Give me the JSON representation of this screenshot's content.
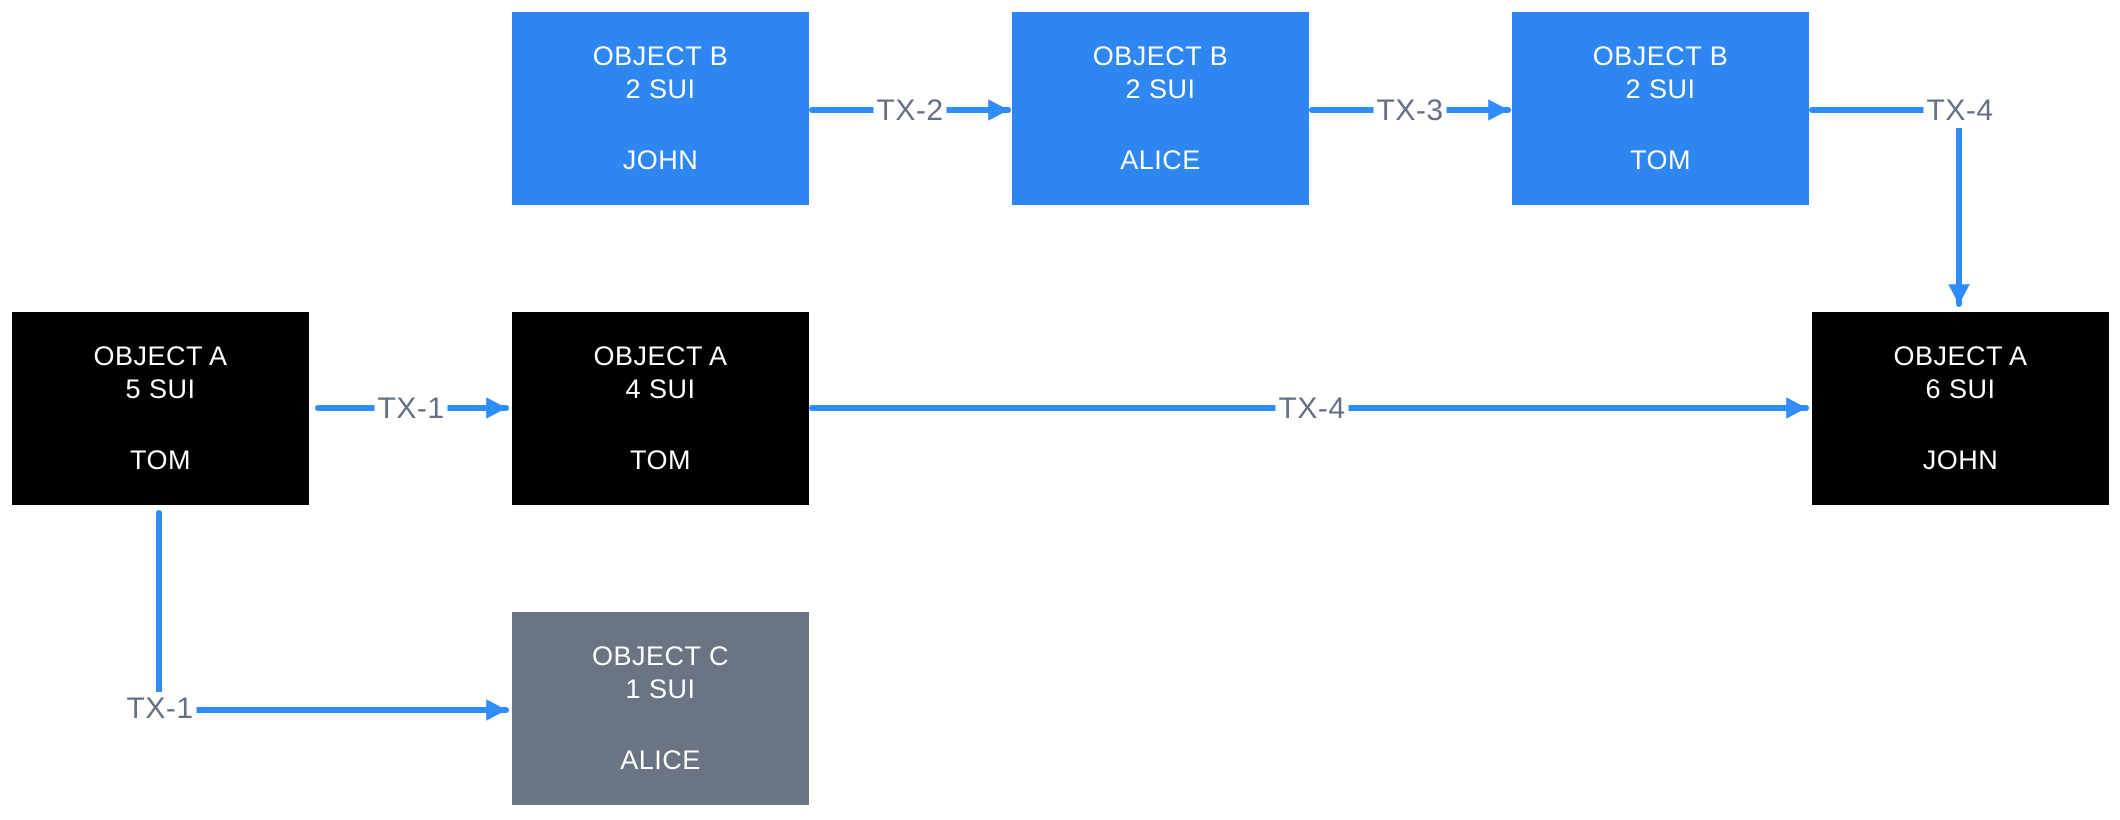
{
  "diagram": {
    "colors": {
      "canvas_bg": "#ffffff",
      "blue_box": "#2e87f1",
      "black_box": "#000000",
      "gray_box": "#6a7483",
      "arrow": "#2f8dfb",
      "label_text": "#667085",
      "box_text": "#ffffff"
    },
    "boxes": [
      {
        "title": "OBJECT B",
        "amount": "2 SUI",
        "owner": "JOHN",
        "variant": "blue"
      },
      {
        "title": "OBJECT B",
        "amount": "2 SUI",
        "owner": "ALICE",
        "variant": "blue"
      },
      {
        "title": "OBJECT B",
        "amount": "2 SUI",
        "owner": "TOM",
        "variant": "blue"
      },
      {
        "title": "OBJECT A",
        "amount": "5 SUI",
        "owner": "TOM",
        "variant": "black"
      },
      {
        "title": "OBJECT A",
        "amount": "4 SUI",
        "owner": "TOM",
        "variant": "black"
      },
      {
        "title": "OBJECT A",
        "amount": "6 SUI",
        "owner": "JOHN",
        "variant": "black"
      },
      {
        "title": "OBJECT C",
        "amount": "1 SUI",
        "owner": "ALICE",
        "variant": "gray"
      }
    ],
    "labels": [
      {
        "text": "TX-1"
      },
      {
        "text": "TX-1"
      },
      {
        "text": "TX-2"
      },
      {
        "text": "TX-3"
      },
      {
        "text": "TX-4"
      },
      {
        "text": "TX-4"
      }
    ]
  }
}
